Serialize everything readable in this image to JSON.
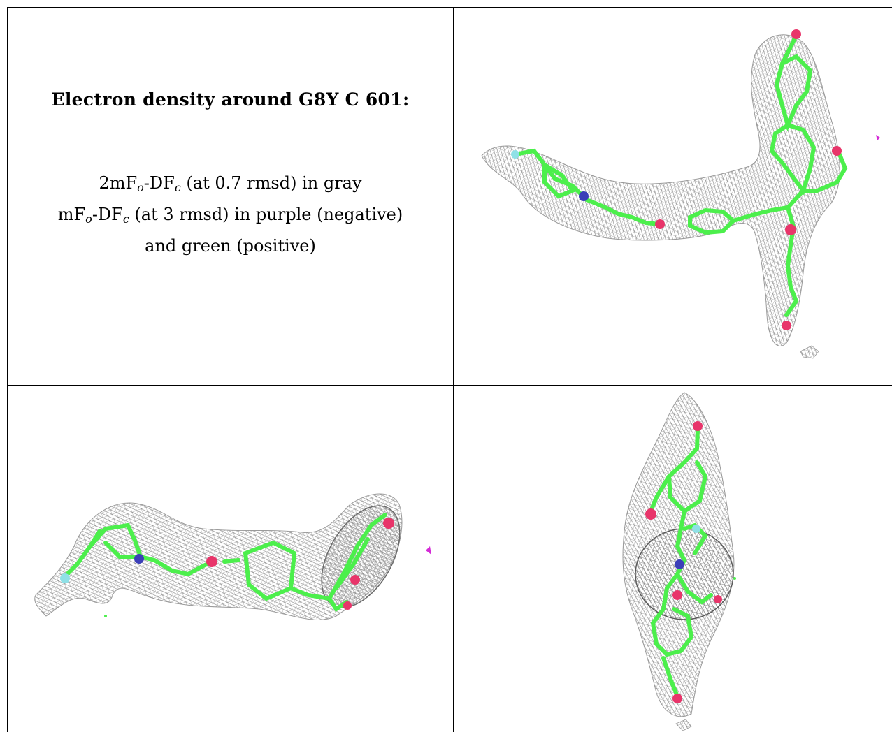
{
  "title": "Electron density around G8Y C 601:",
  "legend": {
    "line1": {
      "a": "2mF",
      "b": "o",
      "c": "-DF",
      "d": "c",
      "e": " (at 0.7 rmsd) in gray"
    },
    "line2": {
      "a": "mF",
      "b": "o",
      "c": "-DF",
      "d": "c",
      "e": " (at 3 rmsd) in purple (negative)"
    },
    "line3": "and green (positive)"
  },
  "colors": {
    "mesh": "#8f8f8f",
    "carbon": "#4cef4c",
    "oxygen": "#e8356a",
    "nitrogen": "#3b3fb8",
    "fluorine": "#8fe0e6",
    "negative_density": "#d42bd6",
    "positive_density": "#4cef4c"
  },
  "panels": [
    {
      "view": "view-1"
    },
    {
      "view": "view-2"
    },
    {
      "view": "view-3"
    }
  ]
}
